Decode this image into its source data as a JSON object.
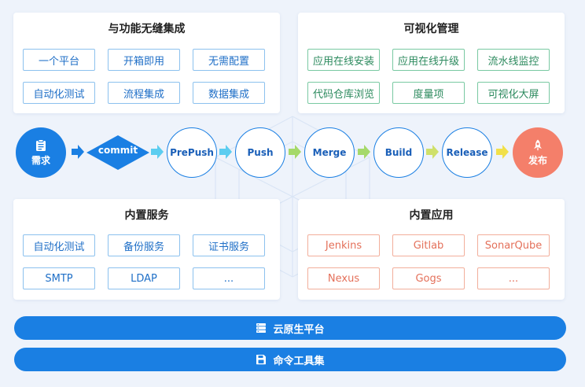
{
  "top_left": {
    "title": "与功能无缝集成",
    "items": [
      "一个平台",
      "开箱即用",
      "无需配置",
      "自动化测试",
      "流程集成",
      "数据集成"
    ]
  },
  "top_right": {
    "title": "可视化管理",
    "items": [
      "应用在线安装",
      "应用在线升级",
      "流水线监控",
      "代码仓库浏览",
      "度量项",
      "可视化大屏"
    ]
  },
  "pipeline": {
    "start": "需求",
    "commit": "commit",
    "stages": [
      "PrePush",
      "Push",
      "Merge",
      "Build",
      "Release"
    ],
    "end": "发布"
  },
  "bottom_left": {
    "title": "内置服务",
    "items": [
      "自动化测试",
      "备份服务",
      "证书服务",
      "SMTP",
      "LDAP",
      "..."
    ]
  },
  "bottom_right": {
    "title": "内置应用",
    "items": [
      "Jenkins",
      "Gitlab",
      "SonarQube",
      "Nexus",
      "Gogs",
      "..."
    ]
  },
  "bars": {
    "cloud": "云原生平台",
    "cli": "命令工具集"
  },
  "colors": {
    "primary": "#1a7fe3",
    "orange": "#f47f6a",
    "green_border": "#79c9a2",
    "arrow_cyan": "#5ccdf0",
    "arrow_green": "#a5d96a",
    "arrow_yellow": "#f1e04a"
  },
  "icons": {
    "start": "clipboard-icon",
    "end": "rocket-icon",
    "cloud": "server-stack-icon",
    "cli": "floppy-disk-icon"
  }
}
